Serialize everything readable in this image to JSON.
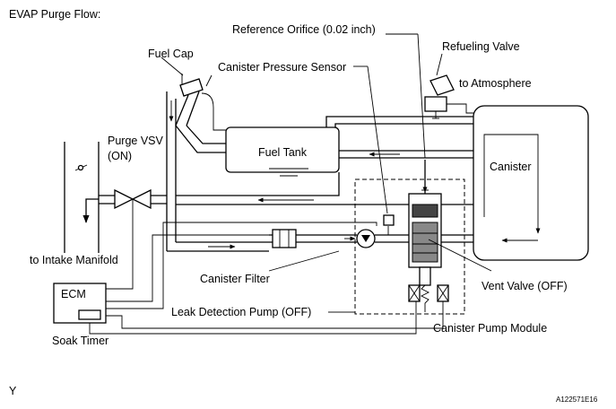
{
  "title": "EVAP Purge Flow:",
  "labels": {
    "reference_orifice": "Reference Orifice (0.02 inch)",
    "refueling_valve": "Refueling Valve",
    "fuel_cap": "Fuel Cap",
    "canister_pressure_sensor": "Canister Pressure Sensor",
    "to_atmosphere": "to Atmosphere",
    "purge_vsv_line1": "Purge VSV",
    "purge_vsv_line2": "(ON)",
    "fuel_tank": "Fuel Tank",
    "canister": "Canister",
    "to_intake_manifold": "to Intake Manifold",
    "canister_filter": "Canister Filter",
    "ecm": "ECM",
    "vent_valve": "Vent Valve (OFF)",
    "leak_detection_pump": "Leak Detection Pump (OFF)",
    "soak_timer": "Soak Timer",
    "canister_pump_module": "Canister Pump Module"
  },
  "corner_mark": "Y",
  "figure_code": "A122571E16"
}
